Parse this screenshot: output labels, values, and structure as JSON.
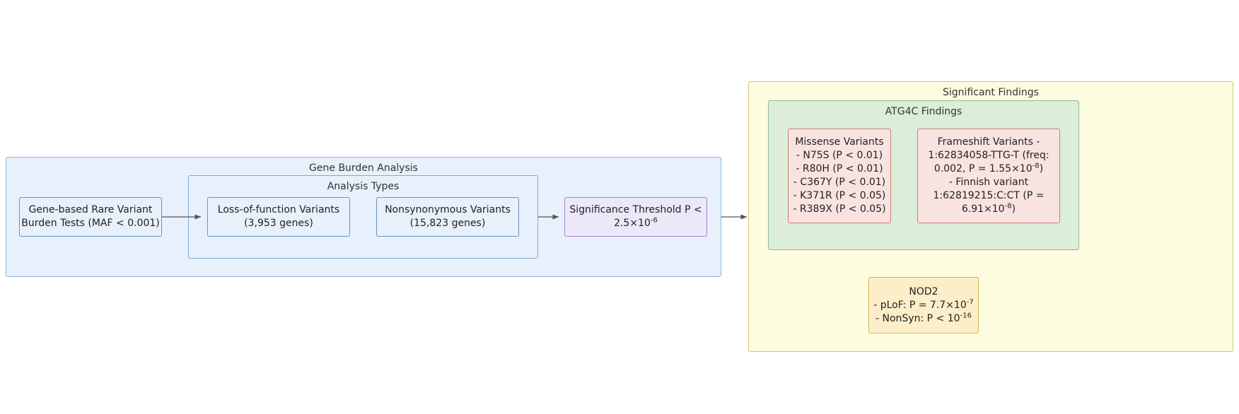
{
  "diagram": {
    "type": "flowchart",
    "clusters": {
      "gene_burden": {
        "title": "Gene Burden Analysis",
        "analysis_types": {
          "title": "Analysis Types"
        }
      },
      "significant_findings": {
        "title": "Significant Findings",
        "atg4c": {
          "title": "ATG4C Findings"
        }
      }
    },
    "nodes": {
      "burden_tests": {
        "lines": [
          "Gene-based Rare Variant",
          "Burden Tests (MAF < 0.001)"
        ]
      },
      "lof_variants": {
        "lines": [
          "Loss-of-function Variants",
          "(3,953 genes)"
        ]
      },
      "nonsyn_variants": {
        "lines": [
          "Nonsynonymous Variants",
          "(15,823 genes)"
        ]
      },
      "significance_threshold": {
        "lines": [
          "Significance Threshold P <",
          "2.5×10⁻⁶"
        ]
      },
      "missense_variants": {
        "lines": [
          "Missense Variants",
          "- N75S (P < 0.01)",
          "- R80H (P < 0.01)",
          "- C367Y (P < 0.01)",
          "- K371R (P < 0.05)",
          "- R389X (P < 0.05)"
        ]
      },
      "frameshift_variants": {
        "lines": [
          "Frameshift Variants -",
          "1:62834058-TTG-T  (freq:",
          "0.002, P = 1.55×10⁻⁸)",
          "- Finnish variant",
          "1:62819215:C:CT  (P =",
          "6.91×10⁻⁸)"
        ]
      },
      "nod2": {
        "lines": [
          "NOD2",
          "- pLoF: P = 7.7×10⁻⁷",
          "- NonSyn: P < 10⁻¹⁶"
        ]
      }
    },
    "edges": [
      {
        "name": "burden-tests-to-analysis-types",
        "from": "burden_tests",
        "to": "lof_variants"
      },
      {
        "name": "analysis-types-to-significance",
        "from": "nonsyn_variants",
        "to": "significance_threshold"
      },
      {
        "name": "significance-to-findings",
        "from": "significance_threshold",
        "to": "significant_findings"
      }
    ],
    "colors": {
      "cluster_blue_fill": "#e8f0fb",
      "cluster_blue_stroke": "#8fb3d9",
      "cluster_yellow_fill": "#fdfbe0",
      "cluster_yellow_stroke": "#cfc96a",
      "cluster_green_fill": "#dcedda",
      "cluster_green_stroke": "#8fbd8c",
      "node_purple_fill": "#ece8f8",
      "node_purple_stroke": "#9a86cf",
      "node_pink_fill": "#f9e3e1",
      "node_pink_stroke": "#c97f72",
      "node_gold_fill": "#fbeec8",
      "node_gold_stroke": "#d9b44a",
      "edge_stroke": "#555555",
      "background": "#ffffff"
    }
  }
}
